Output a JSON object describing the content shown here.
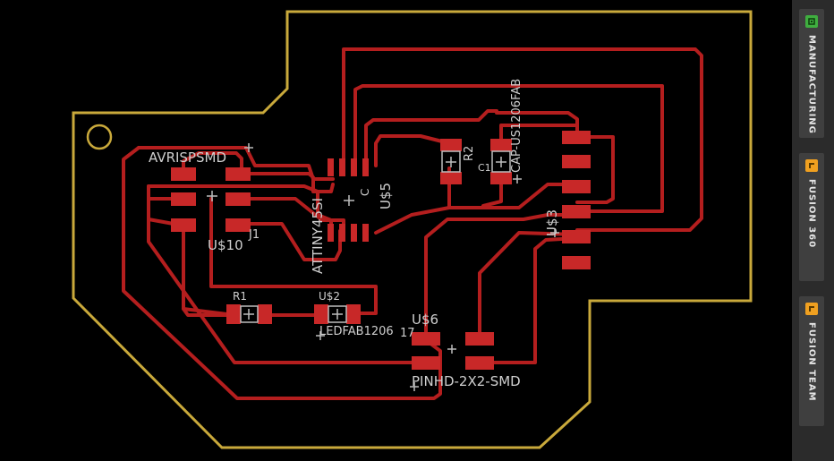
{
  "canvas": {
    "colors": {
      "background": "#000000",
      "outline": "#c9a93b",
      "trace": "#b41e1e",
      "pad": "#c82828",
      "label": "#cfcfcf"
    },
    "labels": {
      "avrisp": "AVRISPSMD",
      "us10": "U$10",
      "j1": "J1",
      "attiny": "ATTINY45SI",
      "us5": "U$5",
      "c_mark": "C",
      "r2": "R2",
      "c1": "C1",
      "cap": "CAP-US1206FAB",
      "us3": "U$3",
      "r1": "R1",
      "us2": "U$2",
      "ledfab": "LEDFAB1206",
      "us6": "U$6",
      "n17": "17",
      "pinhd": "PINHD-2X2-SMD"
    }
  },
  "sidebar": {
    "tabs": [
      {
        "label": "MANUFACTURING",
        "icon": "manufacturing-icon",
        "color": "#3fae3f"
      },
      {
        "label": "FUSION 360",
        "icon": "fusion-360-icon",
        "color": "#f0a020"
      },
      {
        "label": "FUSION TEAM",
        "icon": "fusion-team-icon",
        "color": "#f0a020"
      }
    ]
  }
}
